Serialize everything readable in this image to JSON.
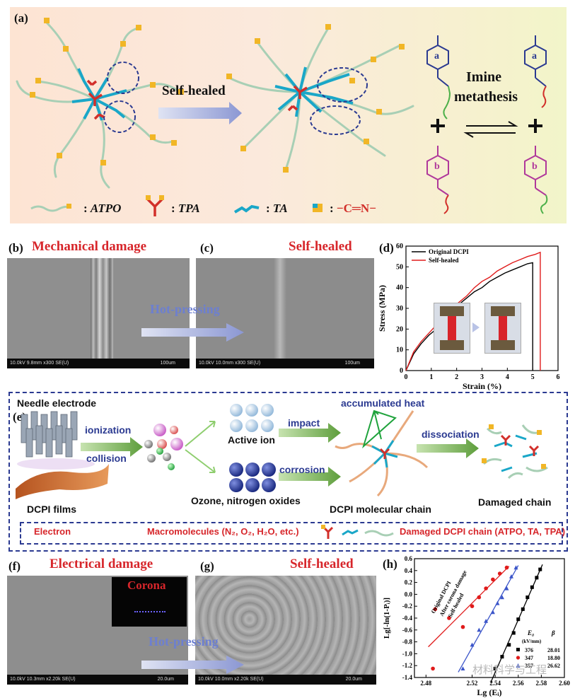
{
  "panel_a": {
    "label": "(a)",
    "arrow_label": "Self-healed",
    "imine_line1": "Imine",
    "imine_line2": "metathesis",
    "ring_a": "a",
    "ring_b": "b",
    "legend": [
      {
        "name": "ATPO",
        "sep": ":"
      },
      {
        "name": "TPA",
        "sep": ":"
      },
      {
        "name": "TA",
        "sep": ":"
      },
      {
        "name": "−C═N−",
        "sep": ":"
      }
    ],
    "colors": {
      "bg": "#fbe9da",
      "atpo": "#a8cfb5",
      "tpa": "#d22f2a",
      "ta": "#1aa7c8",
      "knot": "#f1b626",
      "imine_a": "#2b3a91",
      "imine_b": "#b0389b"
    }
  },
  "panel_b": {
    "label": "(b)",
    "title": "Mechanical damage",
    "sem_info": "10.0kV 9.8mm x300 SE(U)",
    "scale": "100um"
  },
  "panel_c": {
    "label": "(c)",
    "title": "Self-healed",
    "sem_info": "10.0kV 10.0mm x300 SE(U)",
    "scale": "100um"
  },
  "hot_pressing_1": "Hot-pressing",
  "panel_d": {
    "label": "(d)",
    "xlabel": "Strain (%)",
    "ylabel": "Stress (MPa)",
    "x_ticks": [
      "0",
      "1",
      "2",
      "3",
      "4",
      "5",
      "6"
    ],
    "y_ticks": [
      "0",
      "10",
      "20",
      "30",
      "40",
      "50",
      "60"
    ],
    "legend": [
      {
        "name": "Original DCPI",
        "color": "#000000"
      },
      {
        "name": "Self-healed",
        "color": "#e01b1b"
      }
    ]
  },
  "panel_e": {
    "label": "(e)",
    "needle": "Needle electrode",
    "ionization": "ionization",
    "collision": "collision",
    "active_ion": "Active ion",
    "ozone": "Ozone, nitrogen oxides",
    "impact": "impact",
    "corrosion": "corrosion",
    "heat": "accumulated heat",
    "dissociation": "dissociation",
    "films": "DCPI films",
    "chain": "DCPI molecular chain",
    "damaged": "Damaged chain",
    "legend_electron": "Electron",
    "legend_macro": "Macromolecules (N₂, O₂, H₂O, etc.)",
    "legend_damaged": "Damaged DCPI chain (ATPO, TA, TPA)"
  },
  "panel_f": {
    "label": "(f)",
    "title": "Electrical damage",
    "inset": "Corona",
    "sem_info": "10.0kV 10.3mm x2.20k SE(U)",
    "scale": "20.0um"
  },
  "panel_g": {
    "label": "(g)",
    "title": "Self-healed",
    "sem_info": "10.0kV 10.0mm x2.20k SE(U)",
    "scale": "20.0um"
  },
  "hot_pressing_2": "Hot-pressing",
  "panel_h": {
    "label": "(h)",
    "xlabel": "Lg (Eᵢ)",
    "ylabel": "Lg[-ln(1-Pᵢ)]",
    "x_ticks": [
      "2.48",
      "2.52",
      "2.54",
      "2.56",
      "2.58",
      "2.60"
    ],
    "y_ticks": [
      "0.6",
      "0.4",
      "0.2",
      "0.0",
      "-0.2",
      "-0.4",
      "-0.6",
      "-0.8",
      "-1.0",
      "-1.2",
      "-1.4"
    ],
    "series_labels": [
      "Original DCPI",
      "After corona damage",
      "Self-healed"
    ],
    "table_head": [
      "E₀",
      "β"
    ],
    "table_unit": "(kV/mm)",
    "table_rows": [
      [
        "376",
        "28.01"
      ],
      [
        "347",
        "18.80"
      ],
      [
        "357",
        "26.62"
      ]
    ],
    "watermark": "材料科学与工程"
  },
  "chart_data": [
    {
      "type": "line",
      "xlabel": "Strain (%)",
      "ylabel": "Stress (MPa)",
      "xlim": [
        0,
        6
      ],
      "ylim": [
        0,
        60
      ],
      "series": [
        {
          "name": "Original DCPI",
          "color": "#000000",
          "x": [
            0,
            0.3,
            0.6,
            0.9,
            1.2,
            1.5,
            1.8,
            2.1,
            2.4,
            2.7,
            3.0,
            3.3,
            3.6,
            3.9,
            4.2,
            4.5,
            4.8,
            5.0,
            5.0
          ],
          "y": [
            0,
            8,
            13,
            17,
            20,
            24,
            28,
            32,
            35,
            38,
            40,
            43,
            45,
            47,
            48.5,
            50,
            51.5,
            52,
            0
          ]
        },
        {
          "name": "Self-healed",
          "color": "#e01b1b",
          "x": [
            0,
            0.3,
            0.6,
            0.9,
            1.2,
            1.5,
            1.8,
            2.1,
            2.4,
            2.7,
            3.0,
            3.3,
            3.6,
            3.9,
            4.2,
            4.5,
            4.8,
            5.1,
            5.3,
            5.3
          ],
          "y": [
            0,
            9,
            14,
            18,
            22,
            26,
            30,
            33,
            36,
            40,
            43,
            45,
            48,
            50,
            52,
            53.5,
            55,
            56,
            57,
            0
          ]
        }
      ]
    },
    {
      "type": "scatter",
      "xlabel": "Lg (Eᵢ)",
      "ylabel": "Lg[-ln(1-Pᵢ)]",
      "xlim": [
        2.47,
        2.6
      ],
      "ylim": [
        -1.4,
        0.6
      ],
      "series": [
        {
          "name": "Original DCPI",
          "color": "#000000",
          "marker": "square",
          "x": [
            2.54,
            2.546,
            2.552,
            2.556,
            2.56,
            2.564,
            2.568,
            2.572,
            2.576,
            2.579
          ],
          "y": [
            -1.25,
            -1.05,
            -0.85,
            -0.65,
            -0.42,
            -0.25,
            -0.05,
            0.12,
            0.28,
            0.42
          ]
        },
        {
          "name": "After corona damage",
          "color": "#e01b1b",
          "marker": "circle",
          "x": [
            2.486,
            2.488,
            2.5,
            2.512,
            2.52,
            2.526,
            2.532,
            2.538,
            2.544,
            2.55
          ],
          "y": [
            -1.25,
            -0.25,
            -0.4,
            -0.55,
            -0.2,
            -0.05,
            0.1,
            0.25,
            0.35,
            0.45
          ]
        },
        {
          "name": "Self-healed",
          "color": "#3b55c9",
          "marker": "triangle",
          "x": [
            2.512,
            2.52,
            2.526,
            2.532,
            2.538,
            2.542,
            2.546,
            2.55,
            2.554,
            2.558
          ],
          "y": [
            -1.25,
            -0.85,
            -0.6,
            -0.45,
            -0.3,
            -0.15,
            -0.05,
            0.1,
            0.3,
            0.45
          ]
        }
      ]
    }
  ]
}
